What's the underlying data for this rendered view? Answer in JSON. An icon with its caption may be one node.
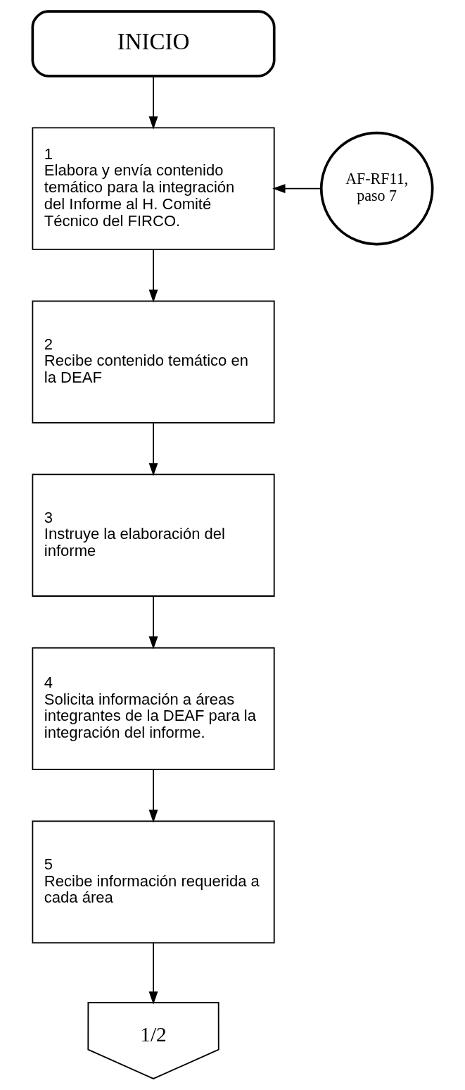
{
  "diagram": {
    "nodes": [
      {
        "text": [
          "INICIO"
        ]
      },
      {
        "text": [
          "AF-RF11, paso 7"
        ]
      },
      {
        "text": [
          "1",
          "Elabora y envía contenido temático para la integración del Informe al H. Comité Técnico del FIRCO."
        ]
      },
      {
        "text": [
          "2",
          "Recibe contenido temático en la DEAF"
        ]
      },
      {
        "text": [
          "3",
          "Instruye la elaboración del informe"
        ]
      },
      {
        "text": [
          "4",
          "Solicita información a áreas integrantes de la DEAF para la integración del informe."
        ]
      },
      {
        "text": [
          "5",
          "Recibe información requerida a cada área"
        ]
      },
      {
        "text": [
          "1/2"
        ]
      }
    ],
    "edges": [
      {
        "from": 0,
        "to": 2,
        "arrow": "to"
      },
      {
        "from": 1,
        "to": 2,
        "arrow": "to"
      },
      {
        "from": 2,
        "to": 3,
        "arrow": "to"
      },
      {
        "from": 3,
        "to": 4,
        "arrow": "to"
      },
      {
        "from": 4,
        "to": 5,
        "arrow": "to"
      },
      {
        "from": 5,
        "to": 6,
        "arrow": "to"
      },
      {
        "from": 6,
        "to": 7,
        "arrow": "to"
      }
    ]
  }
}
